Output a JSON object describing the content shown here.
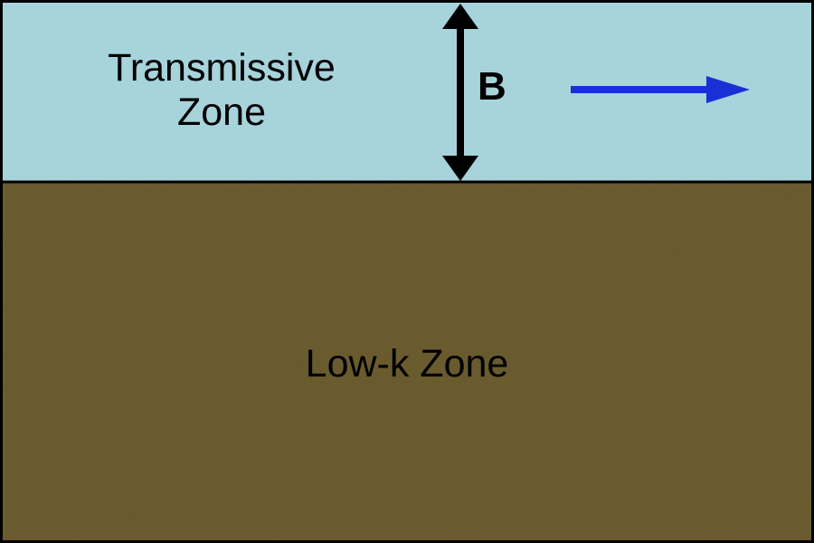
{
  "diagram": {
    "transmissive_zone": {
      "line1": "Transmissive",
      "line2": "Zone",
      "fill_color": "#a7d3db"
    },
    "thickness_label": "B",
    "low_k_zone": {
      "label": "Low-k Zone",
      "fill_color": "#6f6031"
    },
    "flow_arrow_color": "#1a30d6",
    "thickness_arrow_color": "#000000",
    "border_color": "#000000"
  }
}
